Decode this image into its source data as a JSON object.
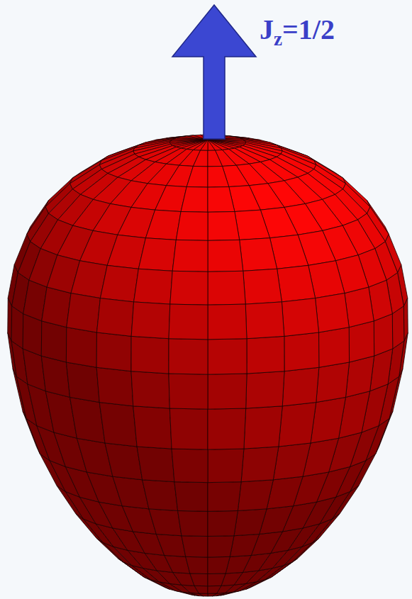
{
  "diagram": {
    "labels": [
      "J",
      "z",
      "=1/2"
    ]
  }
}
